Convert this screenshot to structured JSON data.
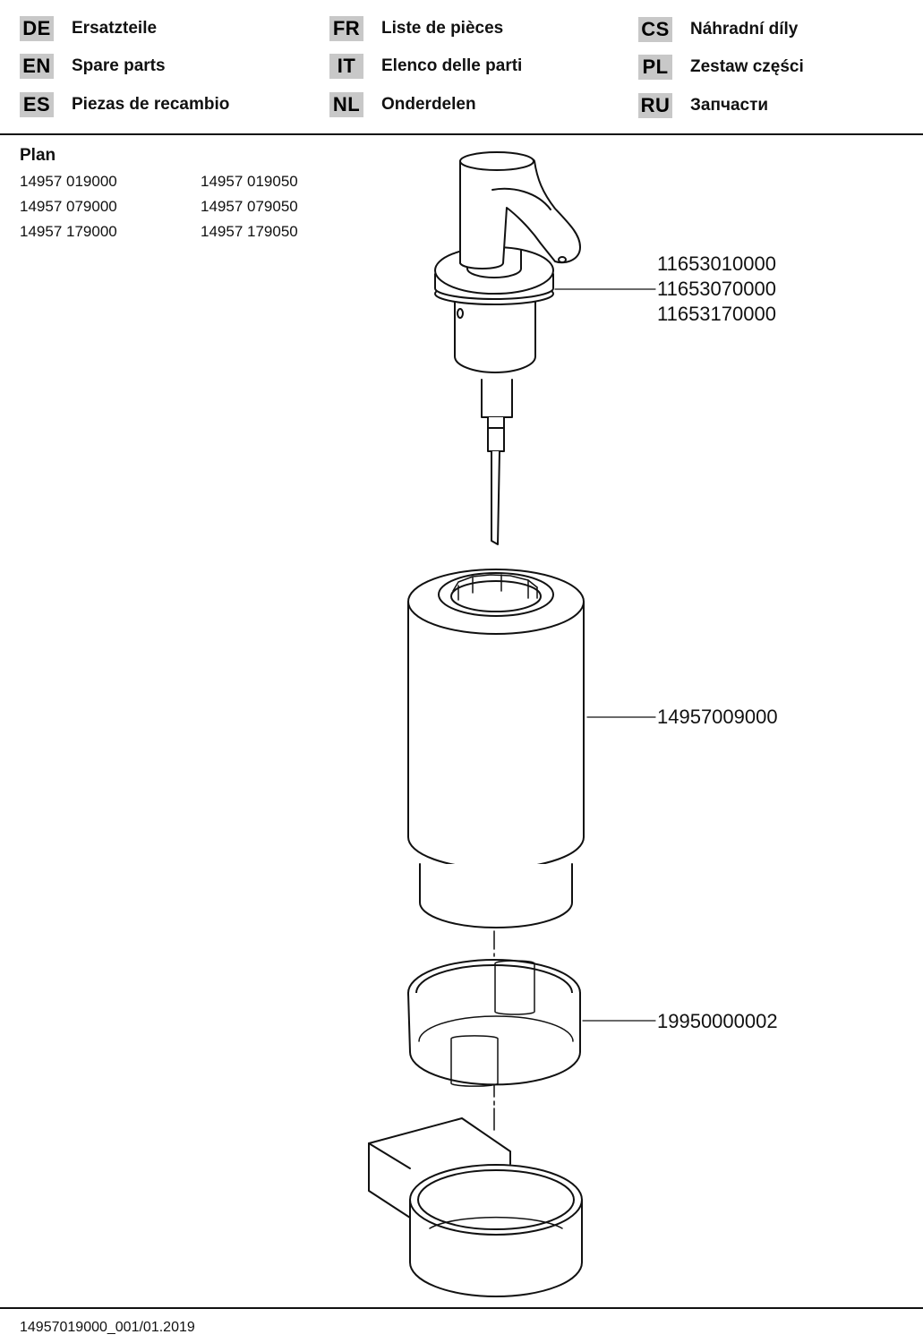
{
  "languages": [
    {
      "code": "DE",
      "title": "Ersatzteile"
    },
    {
      "code": "EN",
      "title": "Spare parts"
    },
    {
      "code": "ES",
      "title": "Piezas de recambio"
    },
    {
      "code": "FR",
      "title": "Liste de pièces"
    },
    {
      "code": "IT",
      "title": "Elenco delle parti"
    },
    {
      "code": "NL",
      "title": "Onderdelen"
    },
    {
      "code": "CS",
      "title": "Náhradní díly"
    },
    {
      "code": "PL",
      "title": "Zestaw części"
    },
    {
      "code": "RU",
      "title": "Запчасти"
    }
  ],
  "product": {
    "name": "Plan",
    "models": [
      "14957 019000",
      "14957 019050",
      "14957 079000",
      "14957 079050",
      "14957 179000",
      "14957 179050"
    ]
  },
  "parts": {
    "pump": [
      "11653010000",
      "11653070000",
      "11653170000"
    ],
    "bottle": "14957009000",
    "ring": "19950000002"
  },
  "footer": {
    "doc_code": "14957019000_001/01.2019"
  }
}
